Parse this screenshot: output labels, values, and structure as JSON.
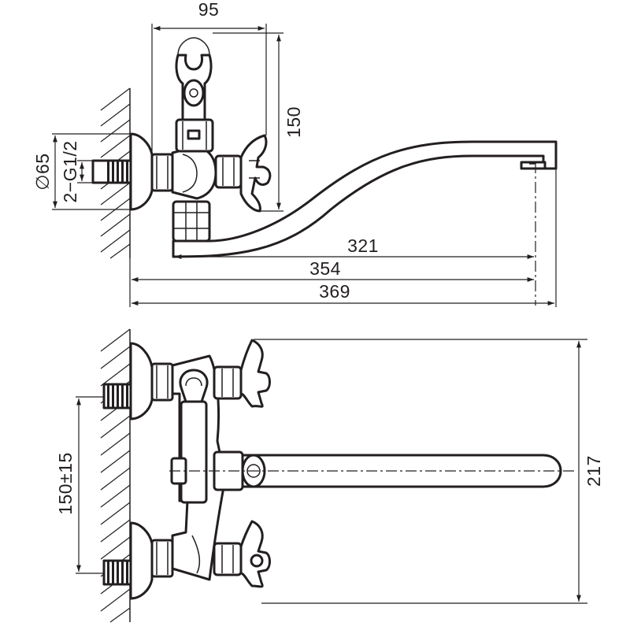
{
  "dimensions": {
    "top_width": "95",
    "handle_height": "150",
    "spout_reach": "321",
    "inner_length": "354",
    "overall_length": "369",
    "flange_diameter": "∅65",
    "thread_size": "2−G1/2",
    "inlet_spacing": "150±15",
    "plan_depth": "217"
  }
}
